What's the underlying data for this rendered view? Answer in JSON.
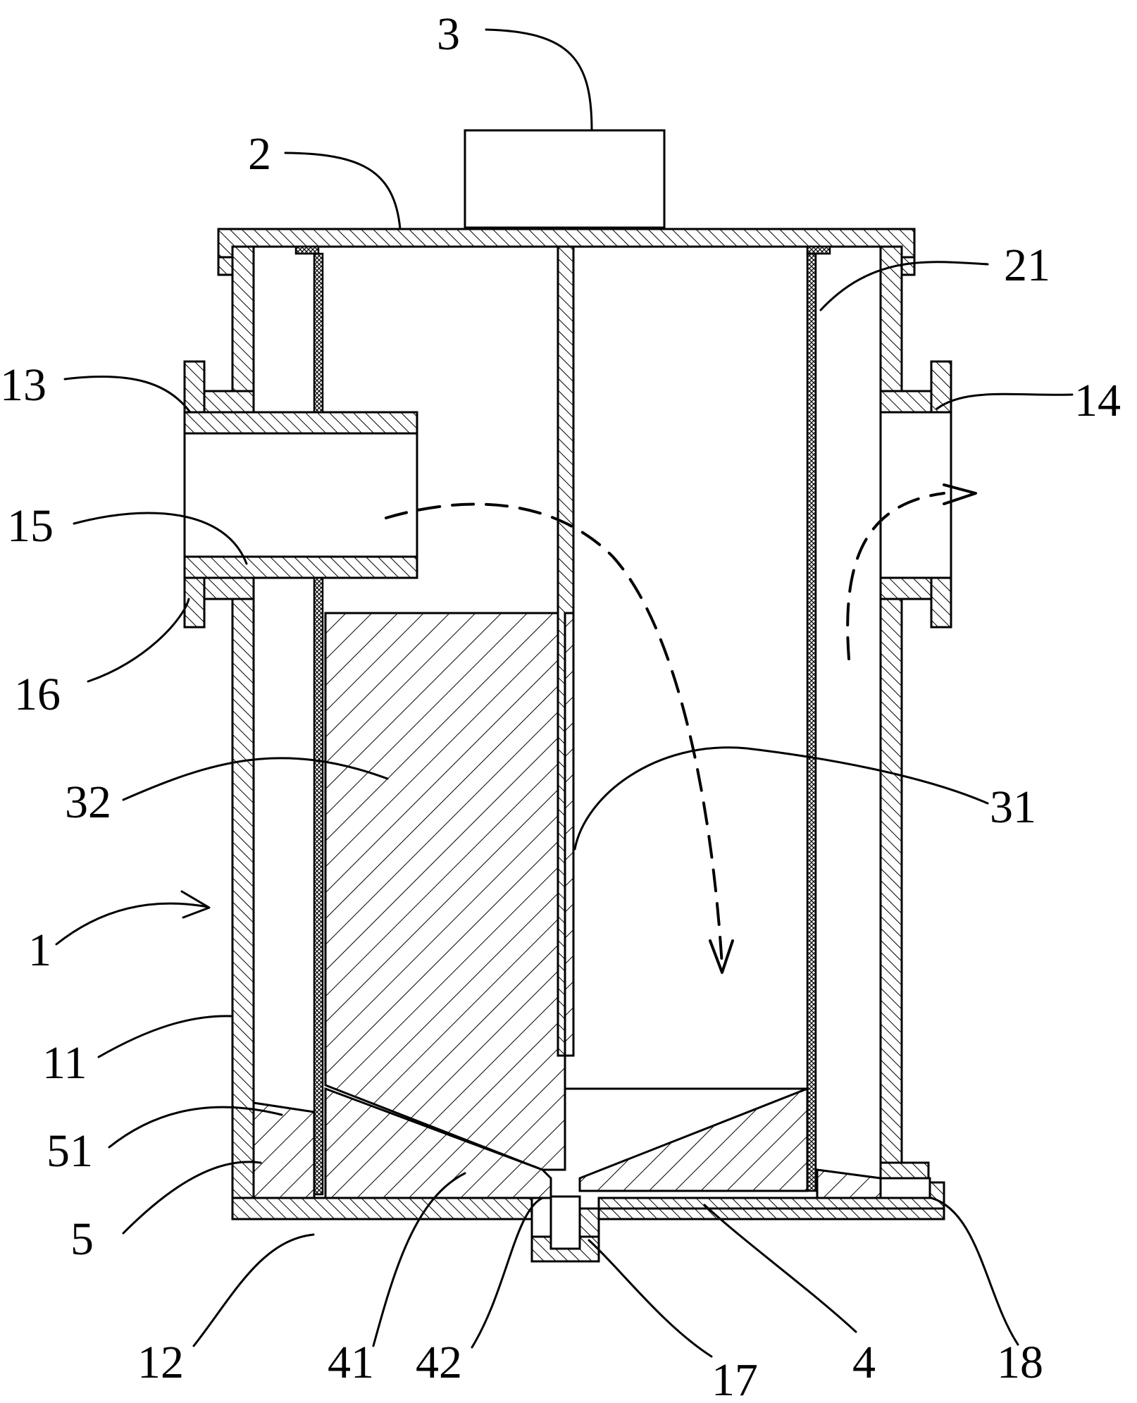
{
  "labels": {
    "l1": "1",
    "l2": "2",
    "l3": "3",
    "l4": "4",
    "l5": "5",
    "l11": "11",
    "l12": "12",
    "l13": "13",
    "l14": "14",
    "l15": "15",
    "l16": "16",
    "l17": "17",
    "l18": "18",
    "l21": "21",
    "l31": "31",
    "l32": "32",
    "l41": "41",
    "l42": "42",
    "l51": "51"
  },
  "colors": {
    "ink": "#000000",
    "paper": "#ffffff"
  }
}
